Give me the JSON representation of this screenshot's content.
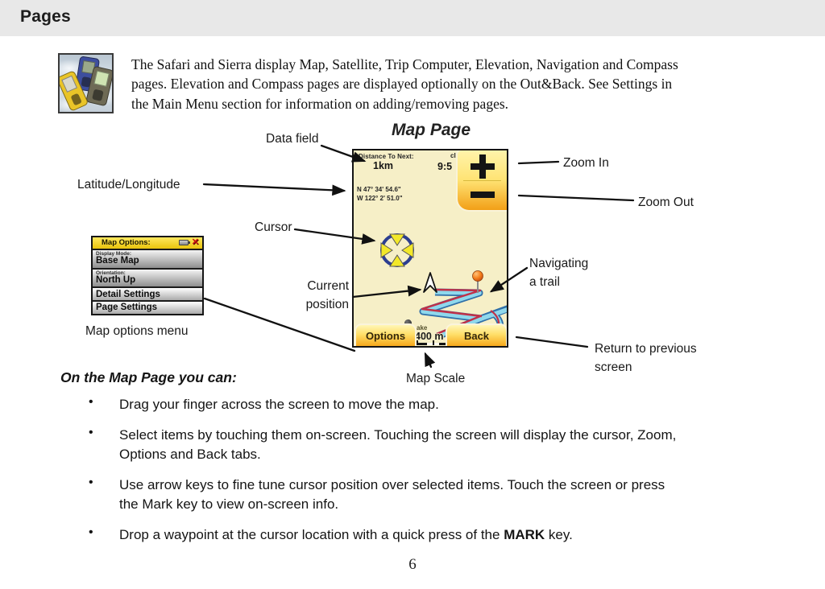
{
  "header": {
    "title": "Pages"
  },
  "intro": {
    "text": "The Safari and Sierra display Map, Satellite, Trip Computer, Elevation, Navigation and Compass\npages. Elevation and Compass pages are displayed optionally on the Out&Back. See Settings in\nthe Main Menu section for information on adding/removing pages."
  },
  "diagram": {
    "title": "Map Page",
    "callouts": {
      "data_field": "Data field",
      "lat_long": "Latitude/Longitude",
      "cursor": "Cursor",
      "current_position": "Current\nposition",
      "zoom_in": "Zoom In",
      "zoom_out": "Zoom Out",
      "navigating_trail": "Navigating\na trail",
      "return_previous": "Return to previous\nscreen",
      "map_scale": "Map Scale"
    },
    "screen": {
      "data_field_label": "Distance To Next:",
      "data_field_value": "1km",
      "clipped_field_label": "cl",
      "clipped_field_value": "9:5",
      "latitude_longitude": "N 47° 34' 54.6\"\nW 122° 2' 51.0\"",
      "zoom_in_symbol": "+",
      "zoom_out_symbol": "−",
      "options_button": "Options",
      "back_button": "Back",
      "scale_text": "400 m",
      "map_label_fragment": "ake"
    },
    "menu": {
      "title": "Map Options:",
      "close_icon": "✕",
      "rows": [
        {
          "label": "Display Mode:",
          "value": "Base Map"
        },
        {
          "label": "Orientation:",
          "value": "North Up"
        },
        {
          "value": "Detail Settings"
        },
        {
          "value": "Page Settings"
        }
      ],
      "caption": "Map options menu"
    }
  },
  "body_text": {
    "heading": "On the Map Page you can:",
    "bullet_glyph": "•",
    "bullets": [
      {
        "text": "Drag your finger across the screen to move the map."
      },
      {
        "text": "Select items by touching them on-screen. Touching the screen will display the cursor, Zoom,\nOptions and Back tabs."
      },
      {
        "text": "Use arrow keys to fine tune cursor position over selected items. Touch the screen or press\nthe Mark key to view on-screen info."
      },
      {
        "prefix": "Drop a waypoint at the cursor location with a quick press of the ",
        "bold": "MARK",
        "suffix": " key."
      }
    ]
  },
  "footer": {
    "page_number": "6"
  },
  "colors": {
    "header_bg": "#e8e8e8",
    "screen_bg": "#f6efc7",
    "button_gradient_top": "#fff6b6",
    "button_gradient_bottom": "#f6a81c",
    "menu_title_yellow": "#e9c40c",
    "trail_cyan": "#8fd8ec",
    "trail_edge_blue": "#2f6fa8",
    "trail_red": "#c03048",
    "cursor_ring_blue": "#2c3e90",
    "cursor_arrow_yellow": "#f3e829",
    "waypoint_orange": "#f6821f"
  }
}
